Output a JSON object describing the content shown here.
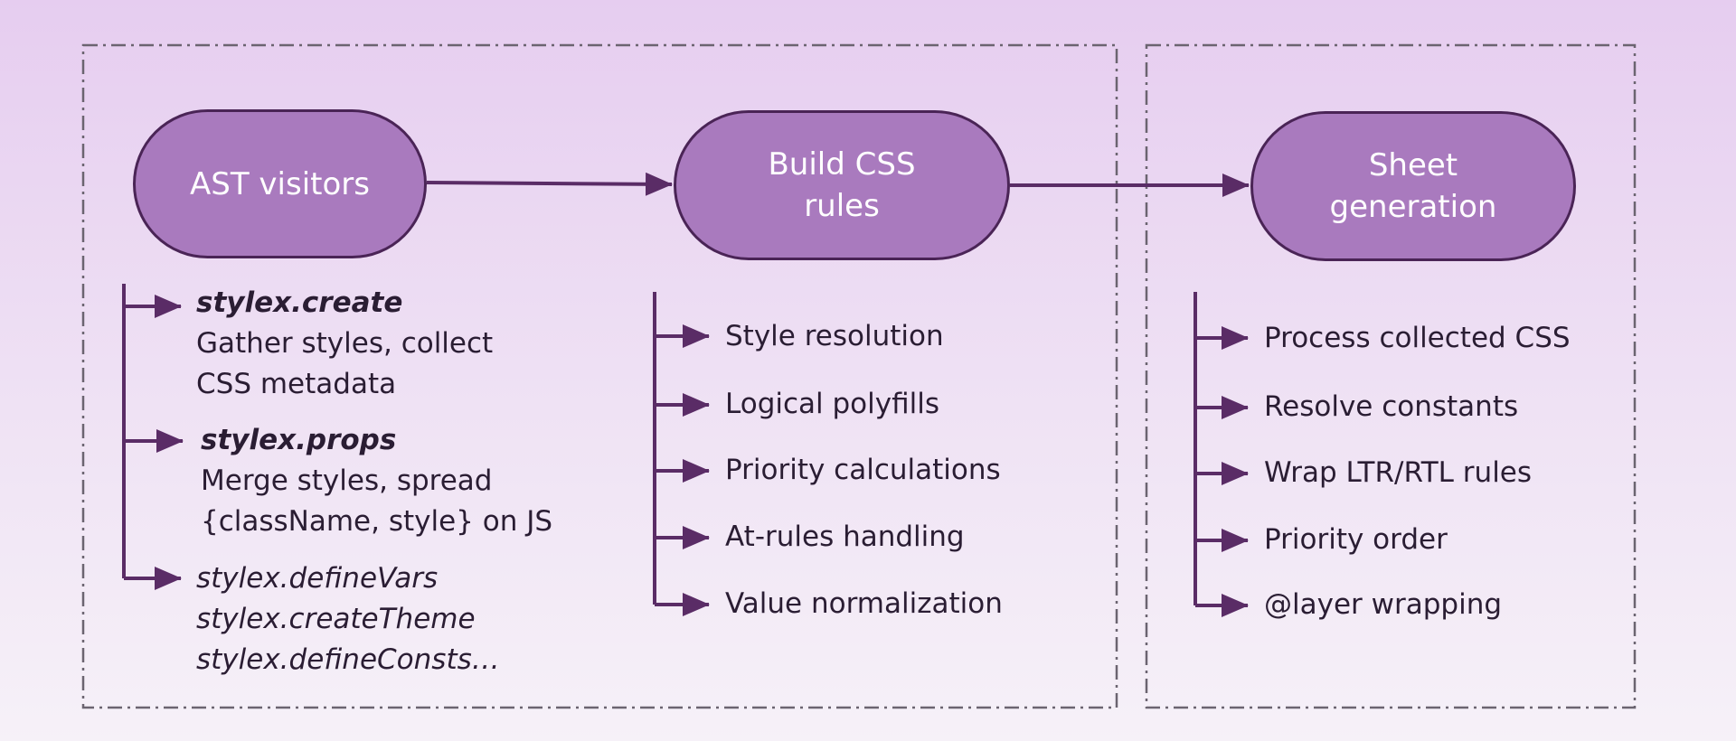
{
  "stages": [
    {
      "label": "AST visitors",
      "items": [
        {
          "title": "stylex.create",
          "desc": [
            "Gather styles, collect",
            "CSS metadata"
          ]
        },
        {
          "title": "stylex.props",
          "desc": [
            "Merge styles, spread",
            "{className, style} on JS"
          ]
        },
        {
          "title": "",
          "lines": [
            "stylex.defineVars",
            "stylex.createTheme",
            "stylex.defineConsts…"
          ]
        }
      ]
    },
    {
      "label": "Build CSS rules",
      "items": [
        "Style resolution",
        "Logical polyfills",
        "Priority calculations",
        "At-rules handling",
        "Value normalization"
      ]
    },
    {
      "label": "Sheet generation",
      "items": [
        "Process collected CSS",
        "Resolve constants",
        "Wrap LTR/RTL rules",
        "Priority order",
        "@layer wrapping"
      ]
    }
  ],
  "colors": {
    "pill_fill": "#a97abe",
    "outline": "#4a2456",
    "arrow": "#5a2c66",
    "dashed_border": "#6b6470"
  }
}
